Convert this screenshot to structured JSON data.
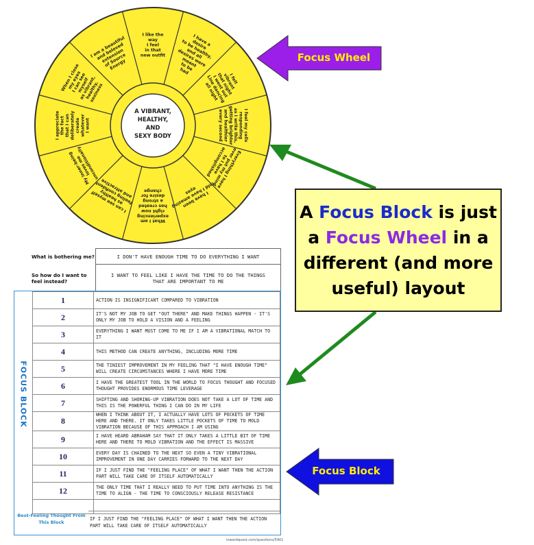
{
  "wheel": {
    "center_lines": [
      "A VIBRANT,",
      "HEALTHY,",
      "AND",
      "SEXY BODY"
    ],
    "segments": [
      {
        "lines": [
          "I like the",
          "way",
          "I feel",
          "in that",
          "new outfit"
        ]
      },
      {
        "lines": [
          "I have a",
          "desire",
          "to be healthy,",
          "and all",
          "desires were",
          "meant",
          "to be",
          "had"
        ]
      },
      {
        "lines": [
          "I felt",
          "vibrant",
          "that night",
          "I went out",
          "Line dancing",
          "all night"
        ]
      },
      {
        "lines": [
          "I feel my cells",
          "responding",
          "as I write this,",
          "getting brighter",
          "and healthier",
          "every second"
        ]
      },
      {
        "lines": [
          "Everything I have",
          "ever put my mind",
          "to I have",
          "accomplished"
        ]
      },
      {
        "lines": [
          "I have been",
          "told I have amazing",
          "eyes"
        ]
      },
      {
        "lines": [
          "What I am",
          "experiencing",
          "right now",
          "has created",
          "a strong",
          "desire for",
          "change"
        ]
      },
      {
        "lines": [
          "I can see myself",
          "as healthy",
          "feeling confident",
          "and attractive"
        ]
      },
      {
        "lines": [
          "My inner-being",
          "loves me",
          "unconditionally"
        ]
      },
      {
        "lines": [
          "I appreciate",
          "the fact",
          "that I can",
          "deliberately",
          "create",
          "whatever",
          "I want"
        ]
      },
      {
        "lines": [
          "When I close",
          "my eyes",
          "I can see",
          "myself",
          "as vibrant,",
          "healthy,",
          "sexiness"
        ]
      },
      {
        "lines": [
          "I am a beautiful",
          "and beloved",
          "extension",
          "of Source",
          "Energy"
        ]
      }
    ],
    "colors": {
      "fill": "#ffee33",
      "stroke": "#333333",
      "center_fill": "#ffffff"
    }
  },
  "callouts": {
    "focus_wheel_arrow_label": "Focus Wheel",
    "focus_block_arrow_label": "Focus Block",
    "main_box": {
      "part1": "A ",
      "focus_block": "Focus Block",
      "part2": " is just a ",
      "focus_wheel": "Focus Wheel",
      "part3": " in a different (and more useful) layout"
    },
    "colors": {
      "purple_arrow": "#9b1fe8",
      "blue_arrow": "#1010e0",
      "green_arrow": "#1f8a1f",
      "label_yellow": "#ffef00",
      "box_fill": "#ffffa0"
    }
  },
  "worksheet": {
    "q1_label": "What is bothering me?",
    "q1_answer": "I DON'T HAVE ENOUGH TIME TO DO EVERYTHING I WANT",
    "q2_label": "So how do I want to feel instead?",
    "q2_answer": "I WANT TO FEEL LIKE I HAVE THE TIME TO DO THE THINGS THAT ARE IMPORTANT TO ME",
    "vertical_label": "FOCUS BLOCK",
    "rows": [
      {
        "n": "1",
        "text": "ACTION IS INSIGNIFICANT COMPARED TO VIBRATION"
      },
      {
        "n": "2",
        "text": "IT'S NOT MY JOB TO GET \"OUT THERE\" AND MAKE THINGS HAPPEN - IT'S ONLY MY JOB TO HOLD A VISION AND A FEELING"
      },
      {
        "n": "3",
        "text": "EVERYTHING I WANT MUST COME TO ME IF I AM A VIBRATIONAL MATCH TO IT"
      },
      {
        "n": "4",
        "text": "THIS METHOD CAN CREATE ANYTHING, INCLUDING MORE TIME"
      },
      {
        "n": "5",
        "text": "THE TINIEST IMPROVEMENT IN MY FEELING THAT \"I HAVE ENOUGH TIME\" WILL CREATE CIRCUMSTANCES WHERE I HAVE MORE TIME"
      },
      {
        "n": "6",
        "text": "I HAVE THE GREATEST TOOL IN THE WORLD TO FOCUS THOUGHT AND FOCUSED THOUGHT PROVIDES ENORMOUS TIME LEVERAGE"
      },
      {
        "n": "7",
        "text": "SHIFTING AND SHORING-UP VIBRATION DOES NOT TAKE A LOT OF TIME AND THIS IS THE POWERFUL THING I CAN DO IN MY LIFE"
      },
      {
        "n": "8",
        "text": "WHEN I THINK ABOUT IT, I ACTUALLY HAVE LOTS OF POCKETS OF TIME HERE AND THERE. IT ONLY TAKES LITTLE POCKETS OF TIME TO MOLD VIBRATION BECAUSE OF THIS APPROACH I AM USING"
      },
      {
        "n": "9",
        "text": "I HAVE HEARD ABRAHAM SAY THAT IT ONLY TAKES A LITTLE BIT OF TIME HERE AND THERE TO MOLD VIBRATION AND THE EFFECT IS MASSIVE"
      },
      {
        "n": "10",
        "text": "EVERY DAY IS CHAINED TO THE NEXT SO EVEN A TINY VIBRATIONAL IMPROVEMENT IN ONE DAY CARRIES FORWARD TO THE NEXT DAY"
      },
      {
        "n": "11",
        "text": "IF I JUST FIND THE \"FEELING PLACE\" OF WHAT I WANT THEN THE ACTION PART WILL TAKE CARE OF ITSELF AUTOMATICALLY"
      },
      {
        "n": "12",
        "text": "THE ONLY TIME THAT I REALLY NEED TO PUT TIME INTO ANYTHING IS THE TIME TO ALIGN - THE TIME TO CONSCIOUSLY RELEASE RESISTANCE"
      }
    ],
    "best_label": "Best-Feeling Thought From This Block",
    "best_text": "IF I JUST FIND THE \"FEELING PLACE\" OF WHAT I WANT THEN THE ACTION PART WILL TAKE CARE OF ITSELF AUTOMATICALLY",
    "source_url": "inwardquest.com/questions/5901"
  }
}
